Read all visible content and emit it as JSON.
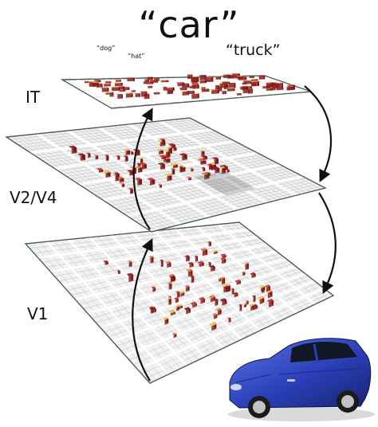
{
  "labels": {
    "main_word": "“car”",
    "alt_words": [
      "“dog”",
      "“hat”",
      "“truck”"
    ],
    "layers": [
      "IT",
      "V2/V4",
      "V1"
    ]
  },
  "colors": {
    "grid_fill": "#f2f2f2",
    "grid_line": "#b9b9b9",
    "block_gap": "#ffffff",
    "plane_edge": "#4a5a55",
    "activation_dark": "#8b1d1d",
    "activation_mid": "#c9352c",
    "activation_warm": "#e07a3a",
    "activation_yellow": "#e8c24a",
    "car_body": "#2a3fb8",
    "arrow": "#111111"
  }
}
